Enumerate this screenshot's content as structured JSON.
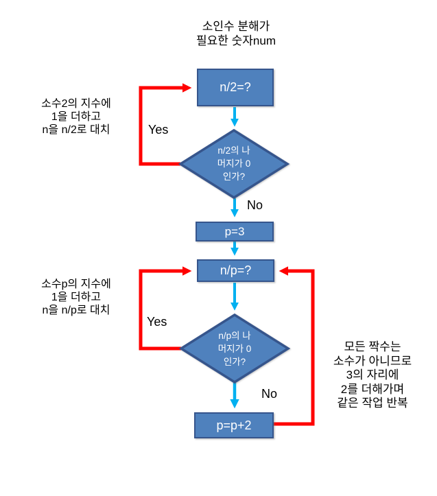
{
  "title": {
    "text": "소인수 분해가\n필요한 숫자num"
  },
  "nodes": {
    "box_n2": {
      "type": "process",
      "label": "n/2=?"
    },
    "diamond_n2": {
      "type": "decision",
      "label": "n/2의 나\n머지가 0\n인가?"
    },
    "box_p3": {
      "type": "process",
      "label": "p=3"
    },
    "box_np": {
      "type": "process",
      "label": "n/p=?"
    },
    "diamond_np": {
      "type": "decision",
      "label": "n/p의 나\n머지가 0\n인가?"
    },
    "box_pp2": {
      "type": "process",
      "label": "p=p+2"
    }
  },
  "branch_labels": {
    "yes_top": "Yes",
    "no_top": "No",
    "yes_bottom": "Yes",
    "no_bottom": "No"
  },
  "notes": {
    "left_top": "소수2의 지수에\n1을 더하고\nn을 n/2로 대치",
    "left_bottom": "소수p의 지수에\n1을 더하고\nn을 n/p로 대치",
    "right_bottom": "모든 짝수는\n소수가 아니므로\n3의 자리에\n2를 더해가며\n같은 작업 반복"
  },
  "colors": {
    "node_fill": "#4F81BD",
    "node_border": "#36558C",
    "flow_arrow": "#00B0F0",
    "loop_arrow": "#FF0000",
    "text_dark": "#000000",
    "text_light": "#FFFFFF",
    "background": "#FFFFFF"
  }
}
